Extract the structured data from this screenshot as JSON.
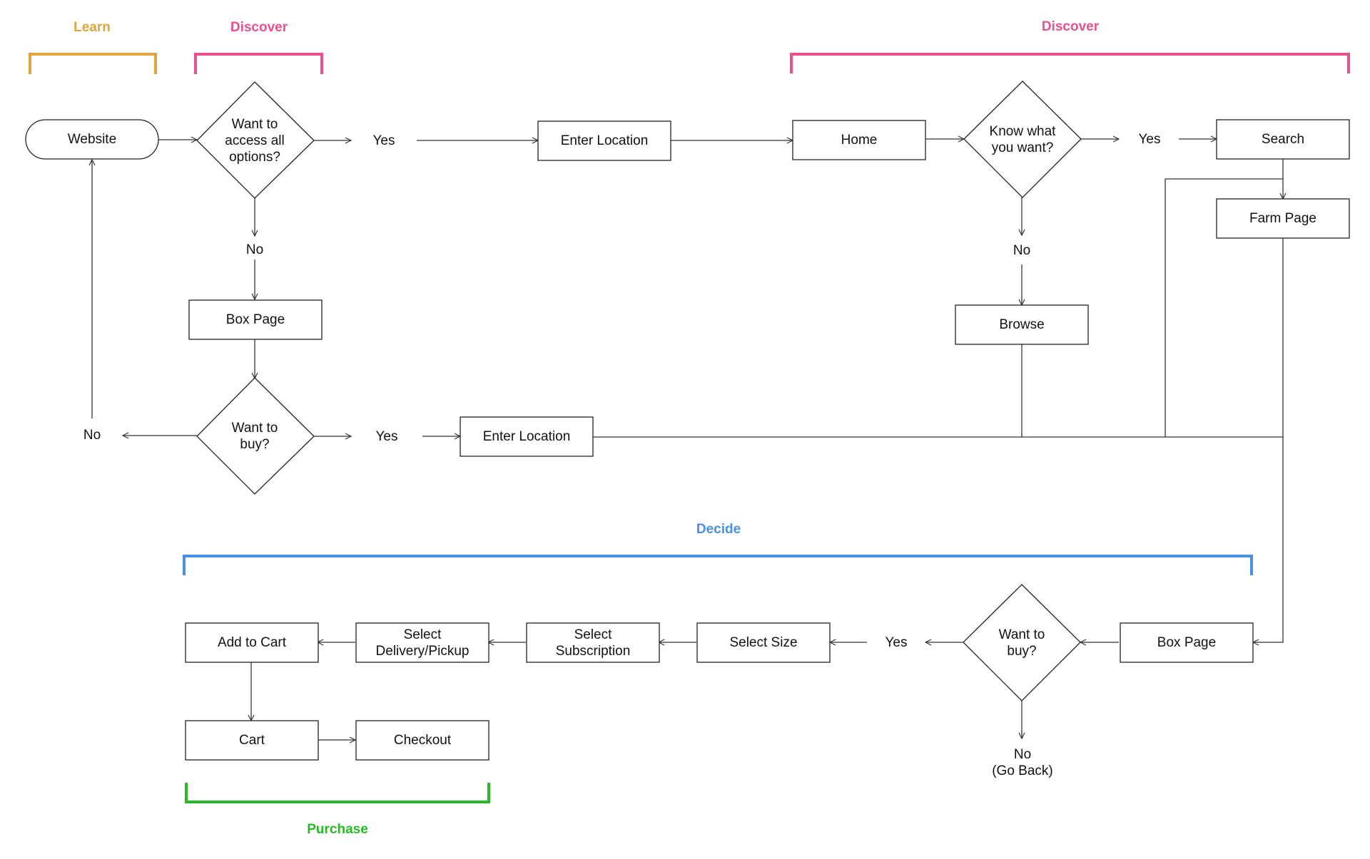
{
  "stages": {
    "learn": {
      "label": "Learn",
      "color": "#e0a43e"
    },
    "discover_left": {
      "label": "Discover",
      "color": "#e8508f"
    },
    "discover_right": {
      "label": "Discover",
      "color": "#e8508f"
    },
    "decide": {
      "label": "Decide",
      "color": "#4a90e2"
    },
    "purchase": {
      "label": "Purchase",
      "color": "#29b826"
    }
  },
  "nodes": {
    "website": "Website",
    "want_access_1": "Want to",
    "want_access_2": "access all",
    "want_access_3": "options?",
    "box_page_top": "Box Page",
    "want_buy_top_1": "Want to",
    "want_buy_top_2": "buy?",
    "enter_location_top": "Enter Location",
    "enter_location_mid": "Enter Location",
    "home": "Home",
    "know_1": "Know what",
    "know_2": "you want?",
    "search": "Search",
    "farm_page": "Farm Page",
    "browse": "Browse",
    "box_page_bottom": "Box Page",
    "want_buy_bottom_1": "Want to",
    "want_buy_bottom_2": "buy?",
    "select_size": "Select Size",
    "select_subscription_1": "Select",
    "select_subscription_2": "Subscription",
    "select_delivery_1": "Select",
    "select_delivery_2": "Delivery/Pickup",
    "add_to_cart": "Add to Cart",
    "cart": "Cart",
    "checkout": "Checkout"
  },
  "labels": {
    "yes_access": "Yes",
    "no_access": "No",
    "yes_buy_top": "Yes",
    "no_buy_top": "No",
    "yes_know": "Yes",
    "no_know": "No",
    "yes_buy_bottom": "Yes",
    "no_buy_bottom_1": "No",
    "no_buy_bottom_2": "(Go Back)"
  }
}
